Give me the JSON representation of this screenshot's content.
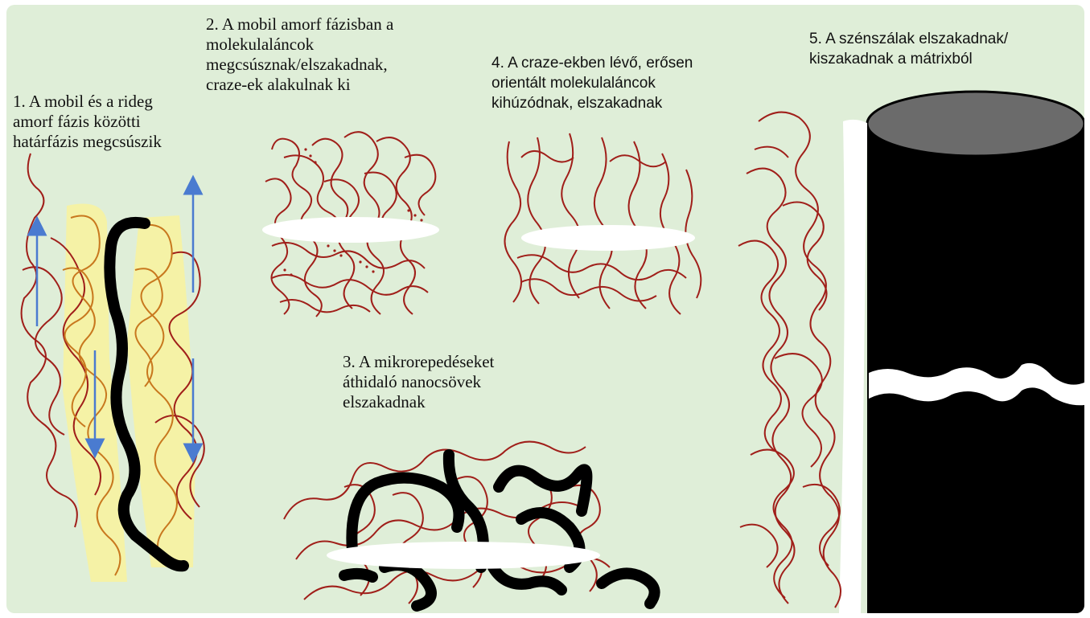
{
  "labels": {
    "step1": [
      "1. A mobil és a rideg",
      "amorf fázis közötti",
      "határfázis megcsúszik"
    ],
    "step2": [
      "2. A mobil amorf fázisban a",
      "molekulaláncok",
      "megcsúsznak/elszakadnak,",
      "craze-ek alakulnak ki"
    ],
    "step3": [
      "3. A mikrorepedéseket",
      "áthidaló nanocsövek",
      "elszakadnak"
    ],
    "step4": [
      "4. A craze-ekben lévő, erősen",
      "orientált molekulaláncok",
      "kihúzódnak, elszakadnak"
    ],
    "step5": [
      "5. A szénszálak elszakadnak/",
      "kiszakadnak a mátrixból"
    ]
  },
  "colors": {
    "background": "#dfeed8",
    "chain_red": "#a01f1a",
    "chain_orange": "#c8781e",
    "highlight_yellow": "#f5f2a6",
    "arrow_blue": "#4a7bd0",
    "nanotube_black": "#000000",
    "fiber_top": "#6b6b6b",
    "craze_white": "#ffffff"
  }
}
